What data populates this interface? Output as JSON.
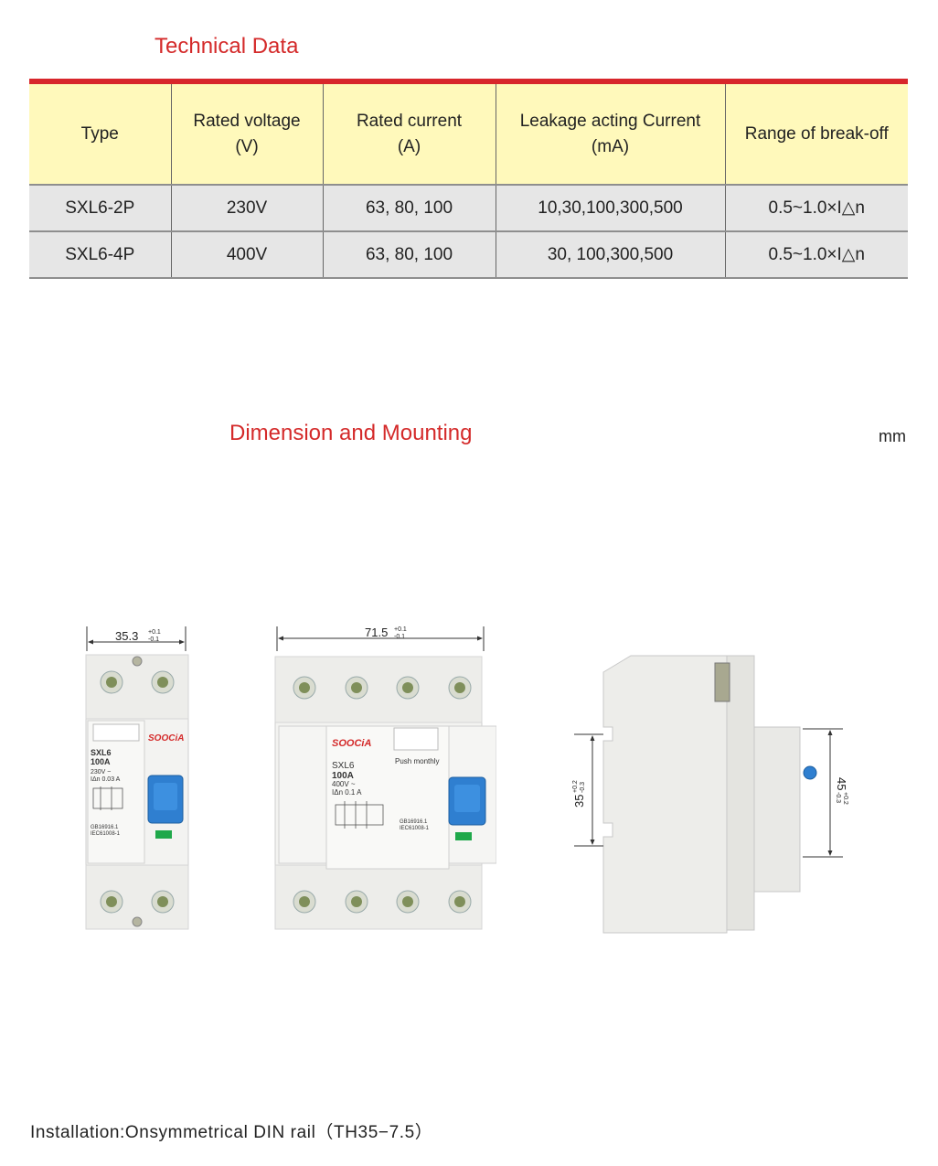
{
  "technical_data": {
    "title": "Technical Data",
    "headers": [
      {
        "line1": "Type",
        "line2": ""
      },
      {
        "line1": "Rated voltage",
        "line2": "(V)"
      },
      {
        "line1": "Rated current",
        "line2": "(A)"
      },
      {
        "line1": "Leakage acting Current",
        "line2": "(mA)"
      },
      {
        "line1": "Range of break-off",
        "line2": ""
      }
    ],
    "rows": [
      [
        "SXL6-2P",
        "230V",
        "63, 80, 100",
        "10,30,100,300,500",
        "0.5~1.0×I△n"
      ],
      [
        "SXL6-4P",
        "400V",
        "63, 80, 100",
        "30, 100,300,500",
        "0.5~1.0×I△n"
      ]
    ]
  },
  "dimension": {
    "title": "Dimension and Mounting",
    "unit": "mm",
    "width_2p": {
      "value": "35.3",
      "tol_plus": "+0.1",
      "tol_minus": "-0.1"
    },
    "width_4p": {
      "value": "71.5",
      "tol_plus": "+0.1",
      "tol_minus": "-0.1"
    },
    "height_35": {
      "value": "35",
      "tol_plus": "+0.2",
      "tol_minus": "-0.3"
    },
    "height_45": {
      "value": "45",
      "tol_plus": "+0.2",
      "tol_minus": "-0.3"
    }
  },
  "device_2p": {
    "brand": "SOOCiA",
    "model": "SXL6",
    "current": "100A",
    "voltage": "230V ~",
    "leakage": "IΔn 0.03 A",
    "std1": "GB16916.1",
    "std2": "IEC61008-1"
  },
  "device_4p": {
    "brand": "SOOCiA",
    "model": "SXL6",
    "current": "100A",
    "voltage": "400V ~",
    "leakage": "IΔn  0.1 A",
    "push": "Push monthly",
    "std1": "GB16916.1",
    "std2": "IEC61008-1"
  },
  "installation": "Installation:Onsymmetrical DIN rail（TH35−7.5）",
  "colors": {
    "title_red": "#d42a2a",
    "rule_red": "#d8262b",
    "header_yellow": "#fff9bb",
    "row_gray": "#e6e6e6",
    "toggle_blue": "#2f7fd0",
    "indicator_green": "#1fa84a"
  }
}
